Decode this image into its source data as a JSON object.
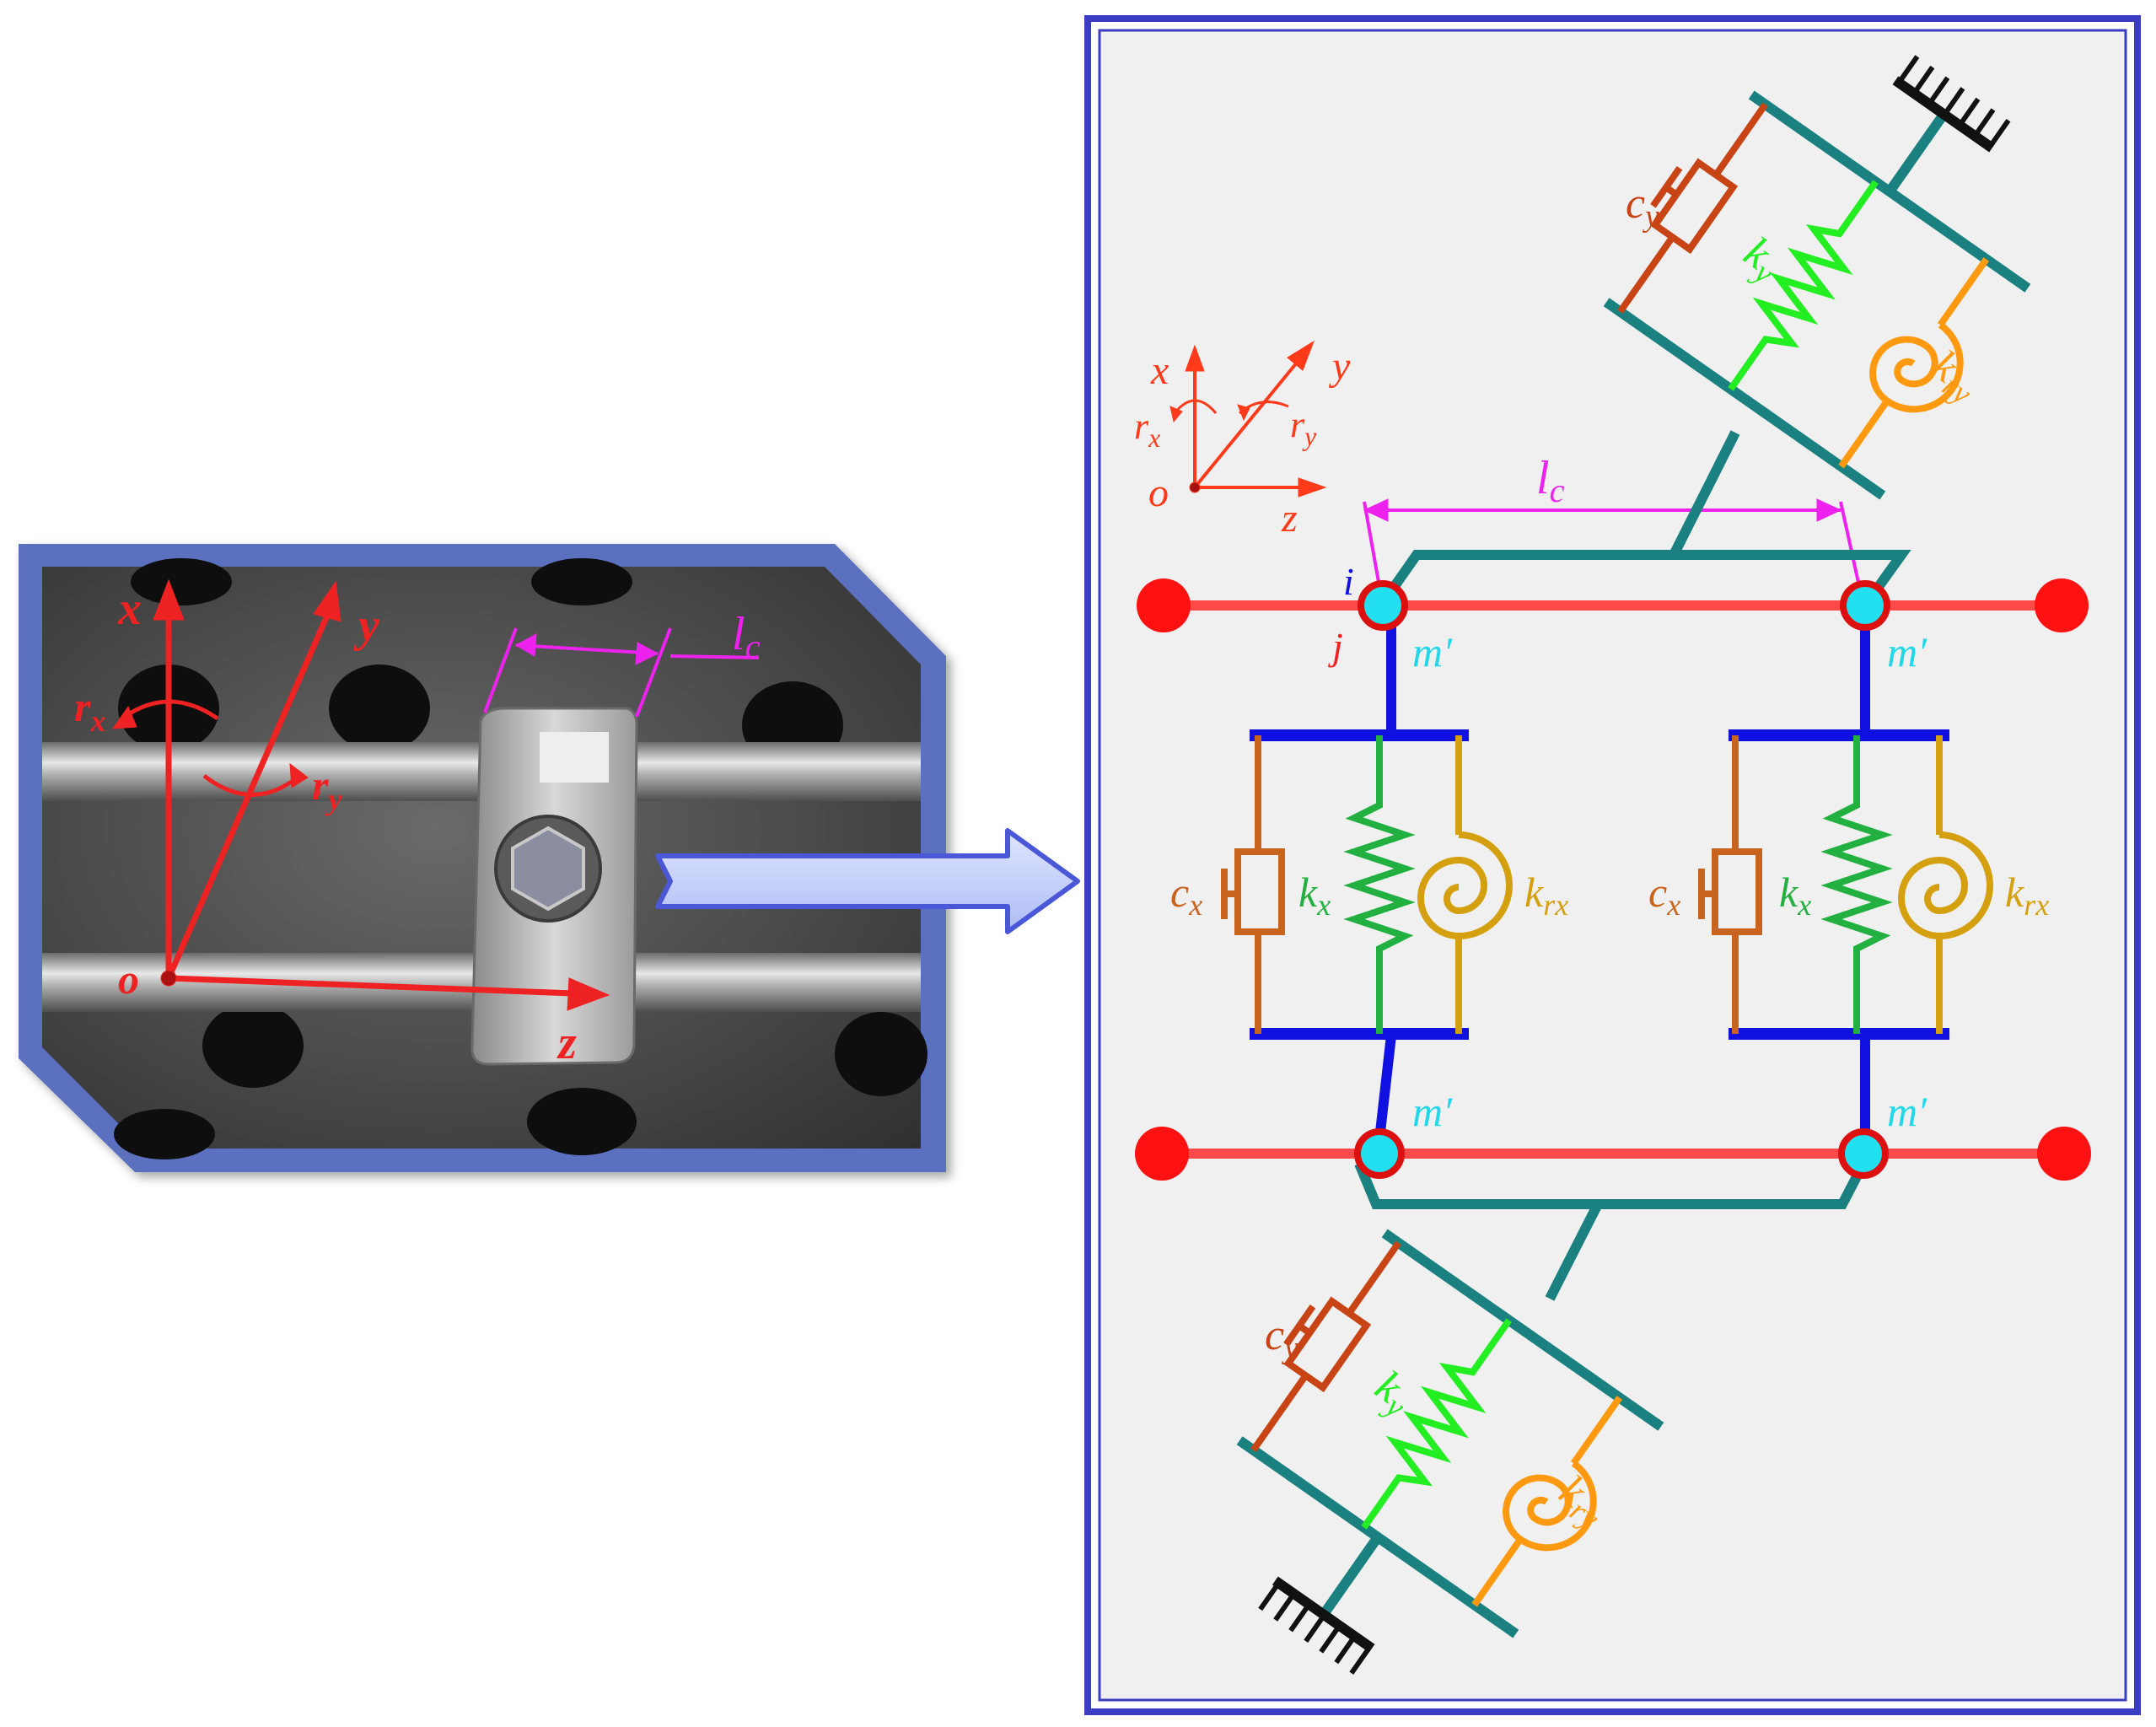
{
  "colors": {
    "photo_frame": "#5b6fc0",
    "diagram_frame": "#3b3bc4",
    "diagram_bg": "#f0f0f0",
    "rail": "#ff4a4a",
    "rail_node": "#ff1111",
    "contact_node": "#22e0f0",
    "teal": "#1a8080",
    "blue": "#1010e0",
    "damper_x": "#c8641e",
    "spring_x": "#22b040",
    "torsion_x": "#d4a010",
    "damper_y": "#c84414",
    "spring_y": "#22ee22",
    "torsion_y": "#ff9a10",
    "magenta": "#ee22ee",
    "axis_red": "#ee2222",
    "axis_orange_red": "#ff3a1a",
    "arrow_blue": "#4a58d8"
  },
  "photo": {
    "axes": {
      "x": "x",
      "y": "y",
      "z": "z",
      "origin": "o",
      "rx": "r",
      "rx_sub": "x",
      "ry": "r",
      "ry_sub": "y"
    },
    "length_label": "l",
    "length_sub": "c"
  },
  "diagram": {
    "axes": {
      "x": "x",
      "y": "y",
      "z": "z",
      "origin": "o",
      "rx": "r",
      "rx_sub": "x",
      "ry": "r",
      "ry_sub": "y"
    },
    "length_label": "l",
    "length_sub": "c",
    "node_i": "i",
    "node_j": "j",
    "mass_label": "m′",
    "x_damper": "c",
    "x_damper_sub": "x",
    "x_spring": "k",
    "x_spring_sub": "x",
    "x_torsion": "k",
    "x_torsion_sub": "rx",
    "y_damper": "c",
    "y_damper_sub": "y",
    "y_spring": "k",
    "y_spring_sub": "y",
    "y_torsion": "k",
    "y_torsion_sub": "ry"
  }
}
